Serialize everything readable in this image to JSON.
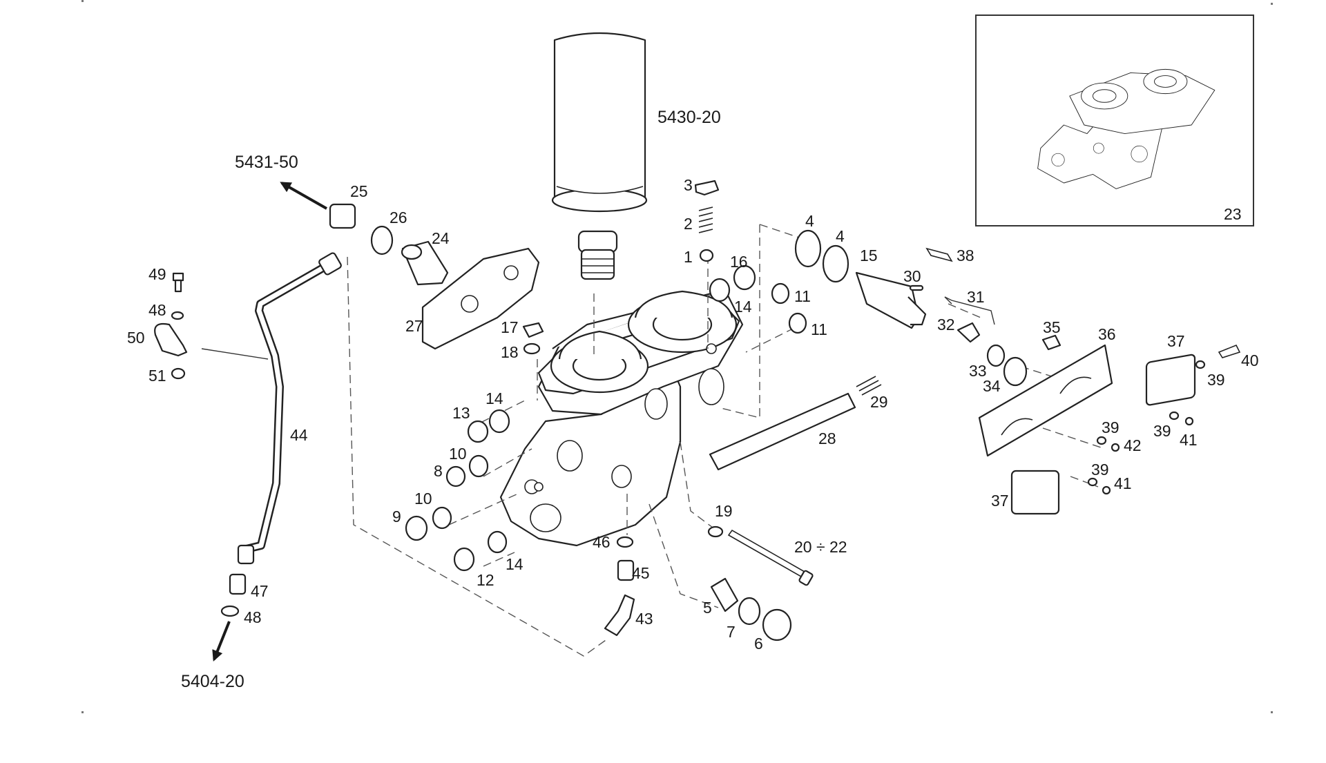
{
  "diagram": {
    "inset_label": "23",
    "references": {
      "filter": "5430-20",
      "top_left": "5431-50",
      "bottom_left": "5404-20"
    },
    "part_labels": [
      {
        "id": "p49",
        "text": "49"
      },
      {
        "id": "p48a",
        "text": "48"
      },
      {
        "id": "p50",
        "text": "50"
      },
      {
        "id": "p51",
        "text": "51"
      },
      {
        "id": "p44",
        "text": "44"
      },
      {
        "id": "p47",
        "text": "47"
      },
      {
        "id": "p48b",
        "text": "48"
      },
      {
        "id": "p25",
        "text": "25"
      },
      {
        "id": "p26",
        "text": "26"
      },
      {
        "id": "p24",
        "text": "24"
      },
      {
        "id": "p27",
        "text": "27"
      },
      {
        "id": "p3",
        "text": "3"
      },
      {
        "id": "p2",
        "text": "2"
      },
      {
        "id": "p1",
        "text": "1"
      },
      {
        "id": "p16",
        "text": "16"
      },
      {
        "id": "p14a",
        "text": "14"
      },
      {
        "id": "p11a",
        "text": "11"
      },
      {
        "id": "p11b",
        "text": "11"
      },
      {
        "id": "p4a",
        "text": "4"
      },
      {
        "id": "p4b",
        "text": "4"
      },
      {
        "id": "p15",
        "text": "15"
      },
      {
        "id": "p30",
        "text": "30"
      },
      {
        "id": "p38",
        "text": "38"
      },
      {
        "id": "p31",
        "text": "31"
      },
      {
        "id": "p32",
        "text": "32"
      },
      {
        "id": "p35",
        "text": "35"
      },
      {
        "id": "p36",
        "text": "36"
      },
      {
        "id": "p37a",
        "text": "37"
      },
      {
        "id": "p40",
        "text": "40"
      },
      {
        "id": "p39a",
        "text": "39"
      },
      {
        "id": "p33",
        "text": "33"
      },
      {
        "id": "p34",
        "text": "34"
      },
      {
        "id": "p29",
        "text": "29"
      },
      {
        "id": "p28",
        "text": "28"
      },
      {
        "id": "p39b",
        "text": "39"
      },
      {
        "id": "p42",
        "text": "42"
      },
      {
        "id": "p39c",
        "text": "39"
      },
      {
        "id": "p41a",
        "text": "41"
      },
      {
        "id": "p39d",
        "text": "39"
      },
      {
        "id": "p41b",
        "text": "41"
      },
      {
        "id": "p37b",
        "text": "37"
      },
      {
        "id": "p17",
        "text": "17"
      },
      {
        "id": "p18",
        "text": "18"
      },
      {
        "id": "p13",
        "text": "13"
      },
      {
        "id": "p14b",
        "text": "14"
      },
      {
        "id": "p10a",
        "text": "10"
      },
      {
        "id": "p8",
        "text": "8"
      },
      {
        "id": "p10b",
        "text": "10"
      },
      {
        "id": "p9",
        "text": "9"
      },
      {
        "id": "p12",
        "text": "12"
      },
      {
        "id": "p14c",
        "text": "14"
      },
      {
        "id": "p46",
        "text": "46"
      },
      {
        "id": "p45",
        "text": "45"
      },
      {
        "id": "p43",
        "text": "43"
      },
      {
        "id": "p19",
        "text": "19"
      },
      {
        "id": "p20_22",
        "text": "20 ÷ 22"
      },
      {
        "id": "p5",
        "text": "5"
      },
      {
        "id": "p7",
        "text": "7"
      },
      {
        "id": "p6",
        "text": "6"
      }
    ]
  }
}
